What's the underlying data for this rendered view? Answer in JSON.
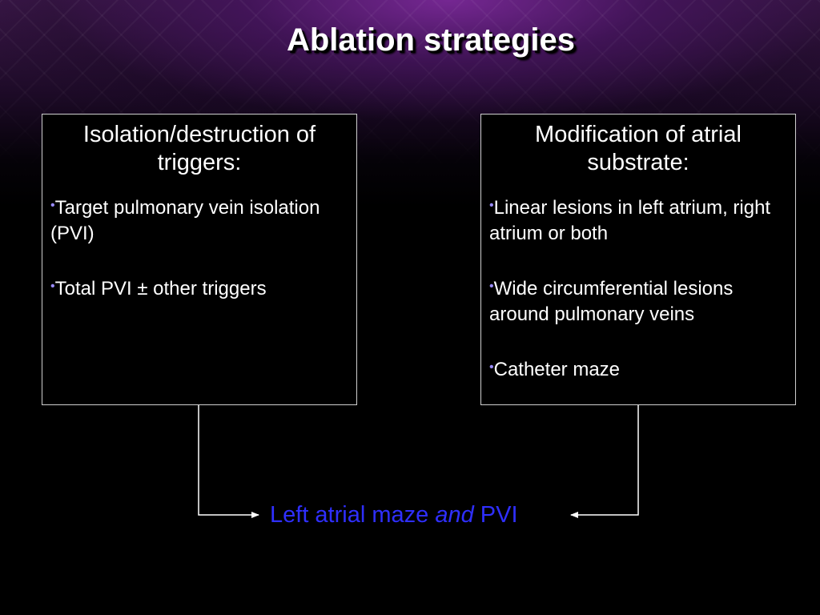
{
  "title": "Ablation strategies",
  "left_box": {
    "heading": "Isolation/destruction of triggers:",
    "bullets": [
      "Target pulmonary vein isolation (PVI)",
      "Total PVI ± other triggers"
    ]
  },
  "right_box": {
    "heading": "Modification of atrial substrate:",
    "bullets": [
      "Linear lesions in left atrium, right atrium or both",
      "Wide circumferential lesions around pulmonary veins",
      "Catheter maze"
    ]
  },
  "result": {
    "text_before": "Left atrial maze ",
    "text_italic": "and",
    "text_after": " PVI"
  },
  "colors": {
    "result_text": "#2f2fff",
    "bullet": "#9a8cff",
    "box_border": "#cfcfcf"
  },
  "bullet_glyph": "•"
}
